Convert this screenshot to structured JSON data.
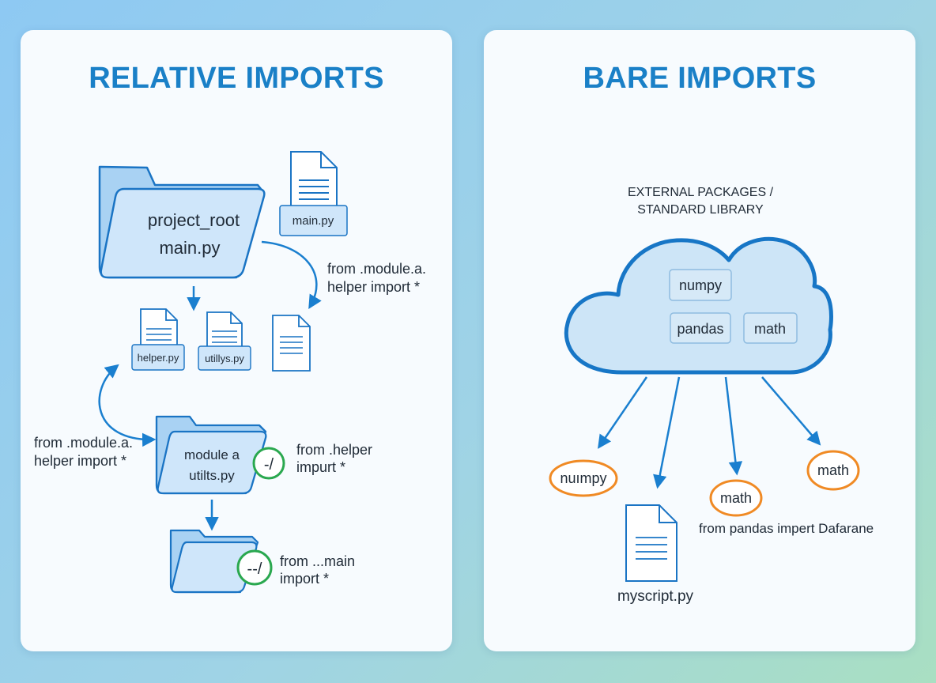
{
  "left": {
    "title": "RELATIVE IMPORTS",
    "root_folder": {
      "line1": "project_root",
      "line2": "main.py"
    },
    "main_file_label": "main.py",
    "annotation_top": {
      "line1": "from .module.a.",
      "line2": "helper import *"
    },
    "files": {
      "helper": "helper.py",
      "utils": "utillys.py"
    },
    "annotation_left": {
      "line1": "from .module.a.",
      "line2": "helper import *"
    },
    "module_folder": {
      "line1": "module a",
      "line2": "utilts.py"
    },
    "module_badge": "-/",
    "annotation_module": {
      "line1": "from .helper",
      "line2": "impurt *"
    },
    "sub_badge": "--/",
    "annotation_sub": {
      "line1": "from ...main",
      "line2": "import *"
    }
  },
  "right": {
    "title": "BARE IMPORTS",
    "cloud_label": {
      "line1": "EXTERNAL PACKAGES /",
      "line2": "STANDARD LIBRARY"
    },
    "cloud_packages": [
      "numpy",
      "pandas",
      "math"
    ],
    "targets": [
      "nuımpy",
      "math",
      "math"
    ],
    "script_file": "myscript.py",
    "pandas_import": "from pandas impert Dafarane"
  },
  "colors": {
    "title": "#1a80c7",
    "folder_fill": "#cfe6fa",
    "outline": "#1a74c4",
    "arrow": "#1a7fcf",
    "badge": "#2aa84f",
    "target": "#f08a24"
  }
}
